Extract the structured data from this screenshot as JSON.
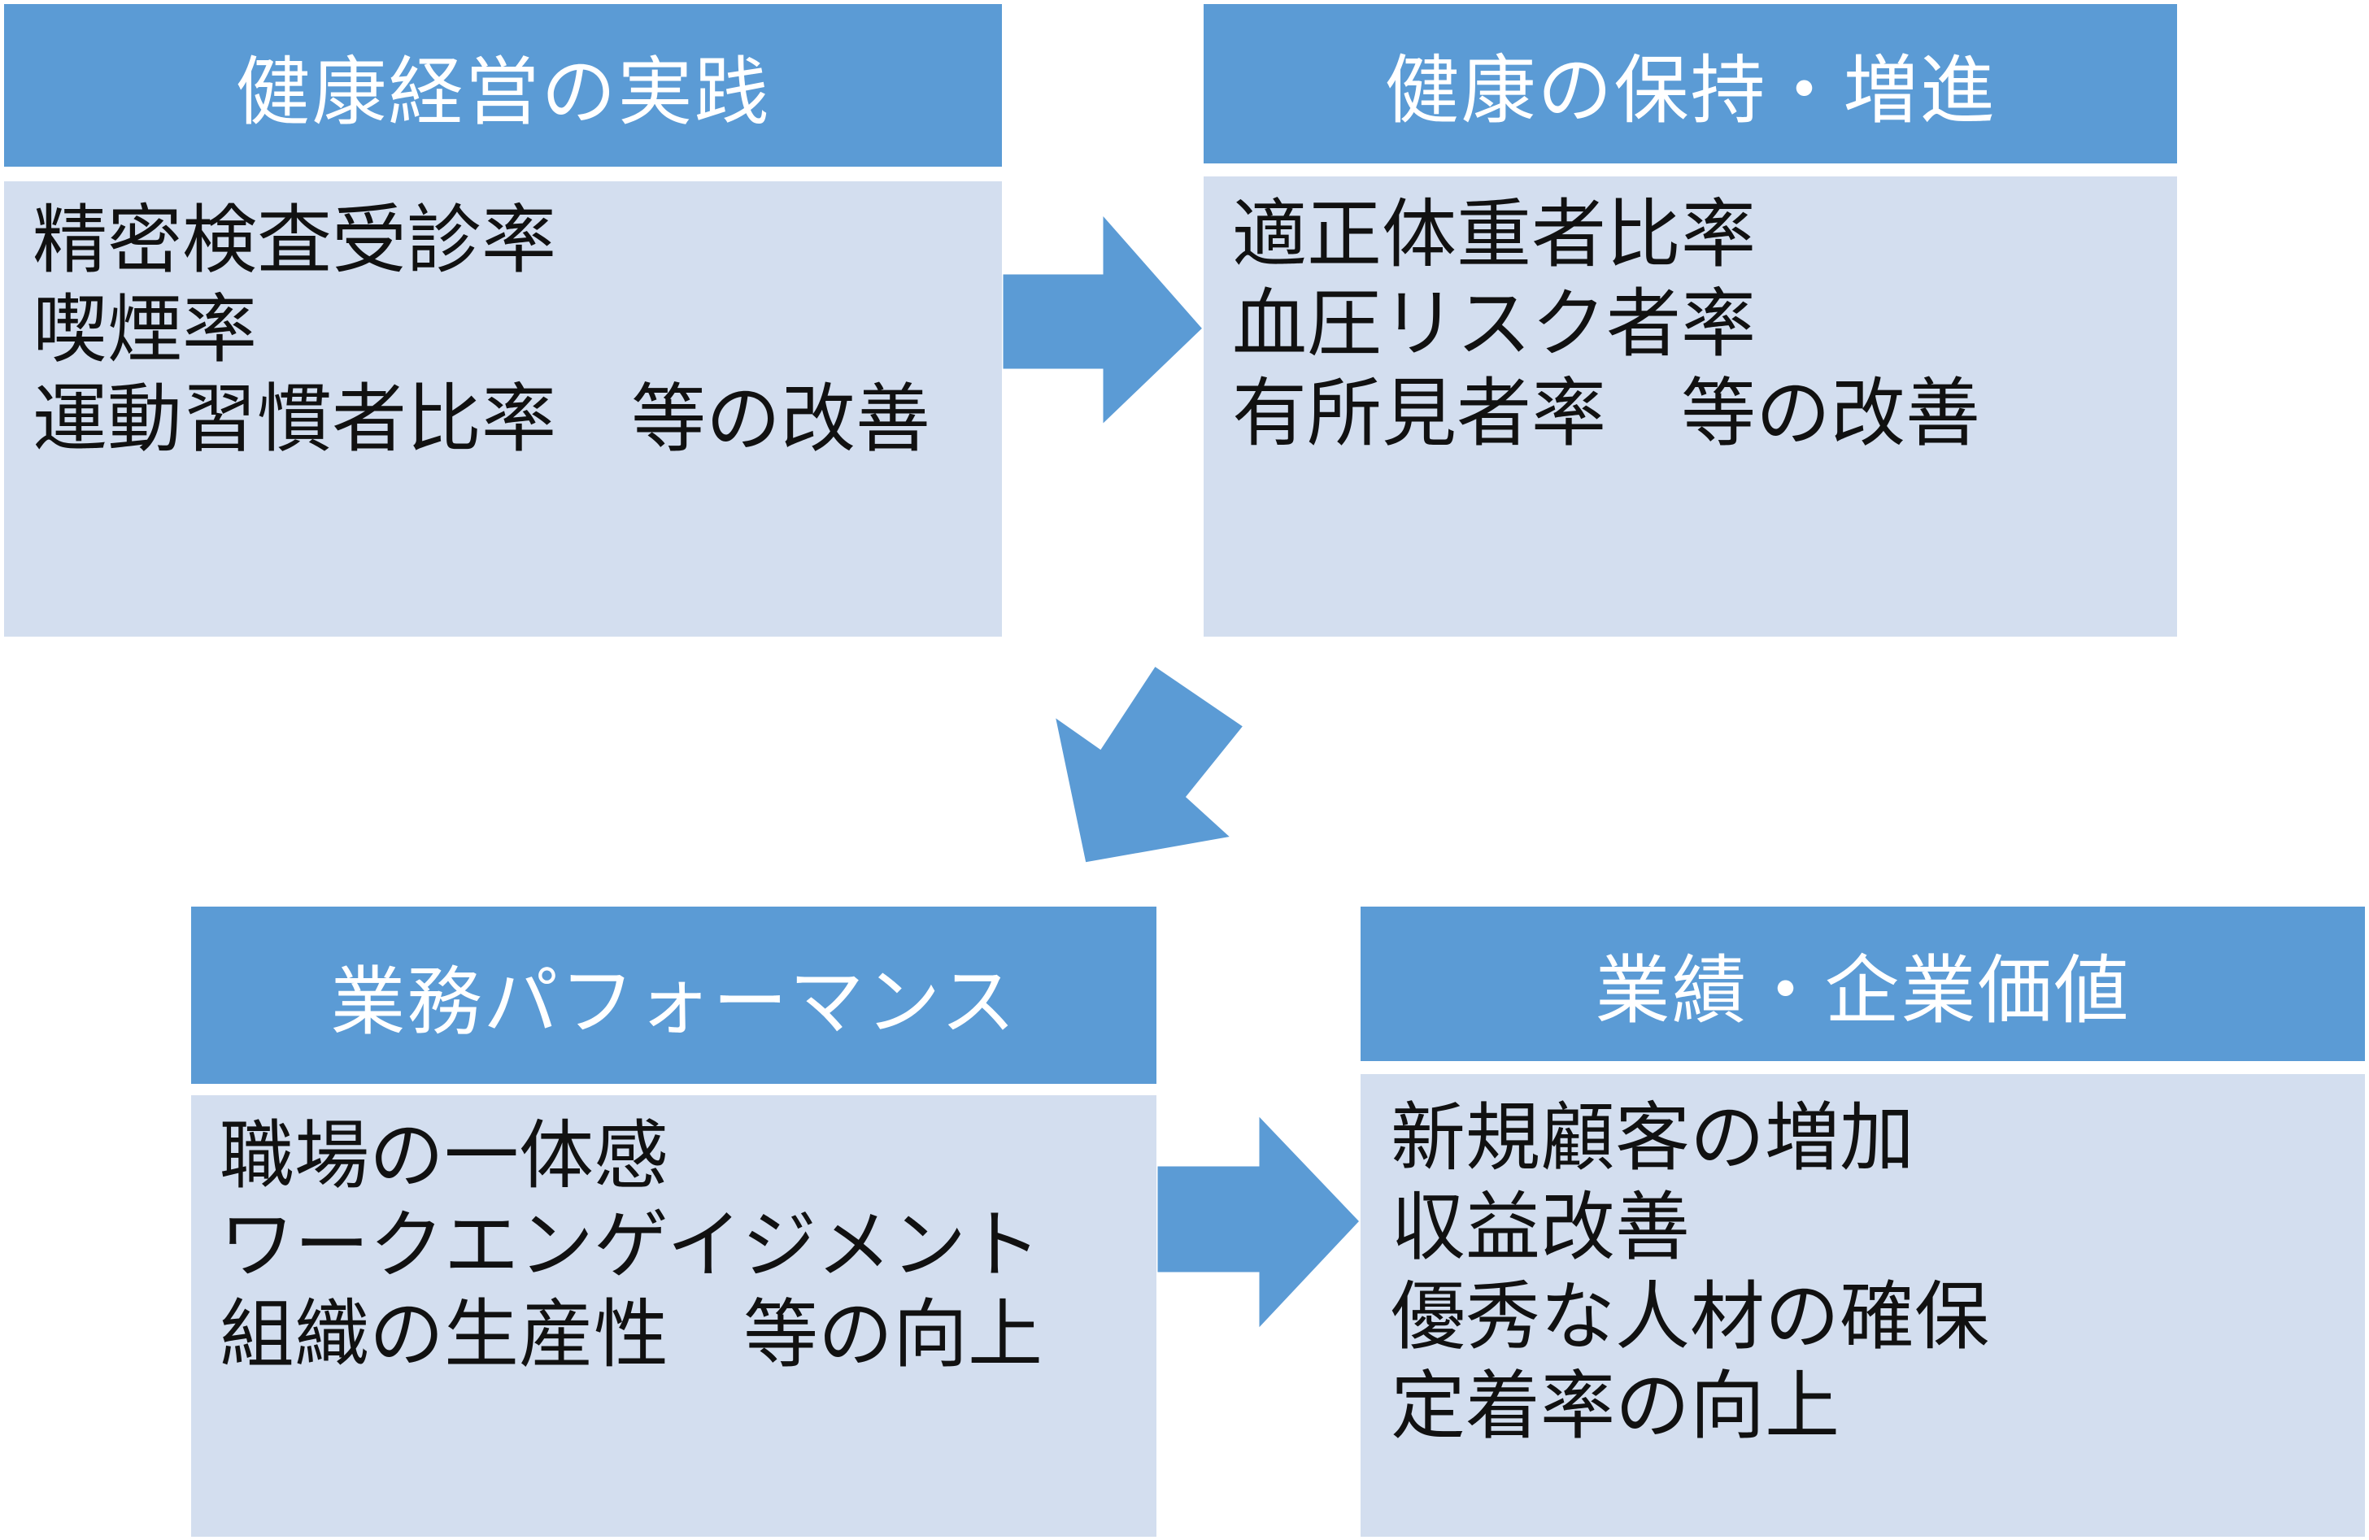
{
  "colors": {
    "header_fill": "#5b9bd5",
    "body_fill": "#d3deef",
    "arrow_fill": "#5b9bd5",
    "header_text": "#ffffff",
    "body_text": "#111111"
  },
  "blocks": {
    "health_management_practice": {
      "title": "健康経営の実践",
      "items": [
        "精密検査受診率",
        "喫煙率",
        "運動習慣者比率"
      ],
      "suffix": "等の改善"
    },
    "health_maintenance": {
      "title": "健康の保持・増進",
      "items": [
        "適正体重者比率",
        "血圧リスク者率",
        "有所見者率"
      ],
      "suffix": "等の改善"
    },
    "work_performance": {
      "title": "業務パフォーマンス",
      "items": [
        "職場の一体感",
        "ワークエンゲイジメント",
        "組織の生産性"
      ],
      "suffix": "等の向上"
    },
    "business_value": {
      "title": "業績・企業価値",
      "items": [
        "新規顧客の増加",
        "収益改善",
        "優秀な人材の確保",
        "定着率の向上"
      ]
    }
  },
  "arrows": [
    {
      "from": "health_management_practice",
      "to": "health_maintenance",
      "direction": "right"
    },
    {
      "from": "health_maintenance",
      "to": "work_performance",
      "direction": "down-left"
    },
    {
      "from": "work_performance",
      "to": "business_value",
      "direction": "right"
    }
  ]
}
